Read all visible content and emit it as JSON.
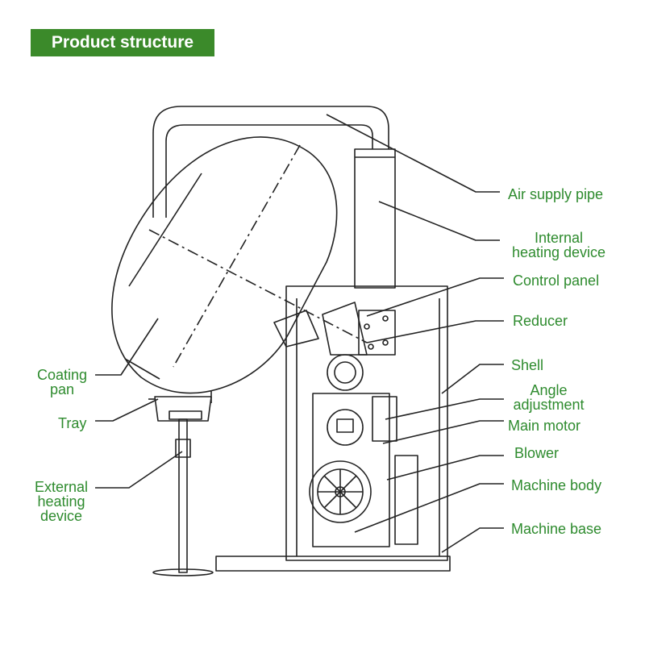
{
  "header": {
    "title": "Product structure"
  },
  "labels": {
    "air_supply_pipe": "Air supply pipe",
    "internal_heating_line1": "Internal",
    "internal_heating_line2": "heating device",
    "control_panel": "Control panel",
    "reducer": "Reducer",
    "shell": "Shell",
    "angle_line1": "Angle",
    "angle_line2": "adjustment",
    "main_motor": "Main motor",
    "blower": "Blower",
    "machine_body": "Machine body",
    "machine_base": "Machine base",
    "coating_pan_line1": "Coating",
    "coating_pan_line2": "pan",
    "tray": "Tray",
    "external_heating_line1": "External",
    "external_heating_line2": "heating",
    "external_heating_line3": "device"
  },
  "colors": {
    "title_bg": "#3b8a2a",
    "label_text": "#2e8b2e",
    "line": "#222222"
  }
}
